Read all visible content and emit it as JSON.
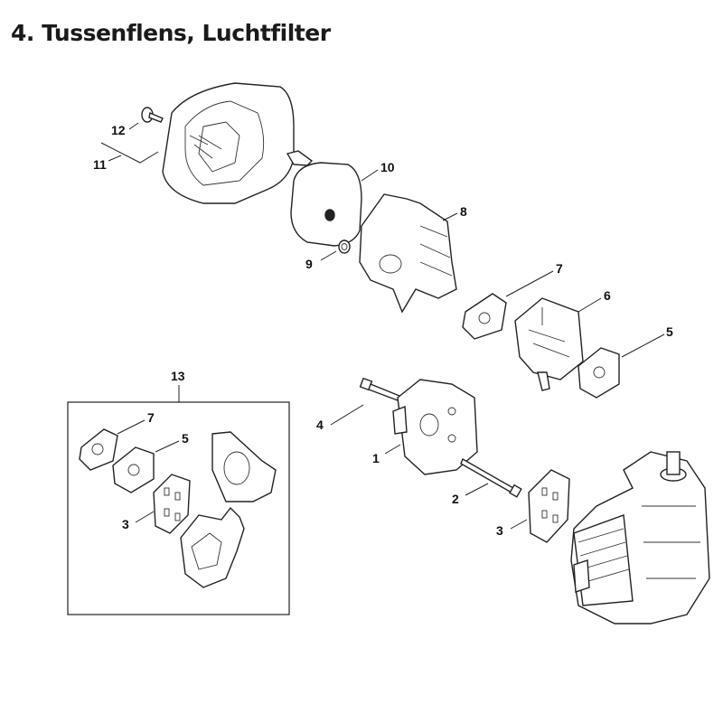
{
  "title": "4. Tussenflens, Luchtfilter",
  "callouts": {
    "c12": "12",
    "c11": "11",
    "c10": "10",
    "c8": "8",
    "c9": "9",
    "c7": "7",
    "c6": "6",
    "c5": "5",
    "c13": "13",
    "c7b": "7",
    "c5b": "5",
    "c3b": "3",
    "c4": "4",
    "c1": "1",
    "c2": "2",
    "c3": "3"
  }
}
